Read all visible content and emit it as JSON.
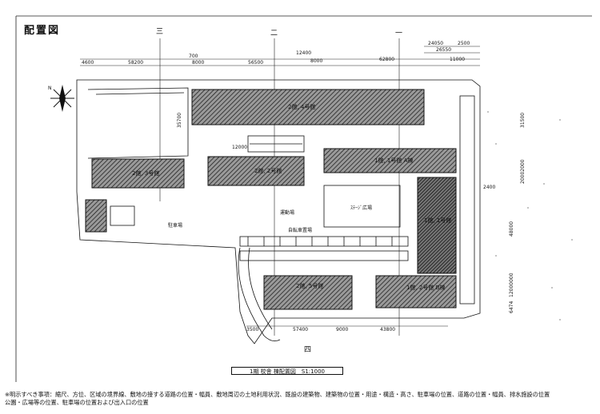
{
  "title": "配置図",
  "section_marks": [
    "三",
    "二",
    "一",
    "四"
  ],
  "top_dimensions_row1": [
    "24050",
    "2500"
  ],
  "top_dimensions_row2": [
    "26550"
  ],
  "top_dimensions_row3": [
    "12400"
  ],
  "top_dimensions_row4": [
    "4600",
    "58200",
    "700",
    "56500",
    "62800",
    "11000"
  ],
  "top_dimensions_row5": [
    "8000",
    "8000"
  ],
  "left_dimensions": [
    "35700",
    "12000"
  ],
  "right_dimensions": [
    "31500",
    "20002000",
    "48000",
    "12000000",
    "2400",
    "6474"
  ],
  "bottom_dimensions": [
    "3500",
    "57400",
    "9000",
    "43800"
  ],
  "buildings": [
    {
      "label": "2館, 3号館"
    },
    {
      "label": "2館, 2号館"
    },
    {
      "label": "2館, 4号館"
    },
    {
      "label": "1館, 1号館 A棟"
    },
    {
      "label": "1館, 1号館"
    },
    {
      "label": "2館, 5号館"
    },
    {
      "label": "1館, 2号館 B棟"
    }
  ],
  "small_labels": [
    "運動場",
    "ｽﾃｰｼﾞ広場",
    "駐車場",
    "自転車置場",
    "N"
  ],
  "legend_box": "1期 校舎 棟配置図　S1:1000",
  "footnote_line1": "※明示すべき事項：縮尺、方位、区域の境界線、敷地の接する道路の位置・幅員、敷地周辺の土地利用状況、既設の建築物、建築物の位置・用途・構造・高さ、駐車場の位置、道路の位置・幅員、排水施設の位置",
  "footnote_line2": "公園・広場等の位置、駐車場の位置および出入口の位置"
}
